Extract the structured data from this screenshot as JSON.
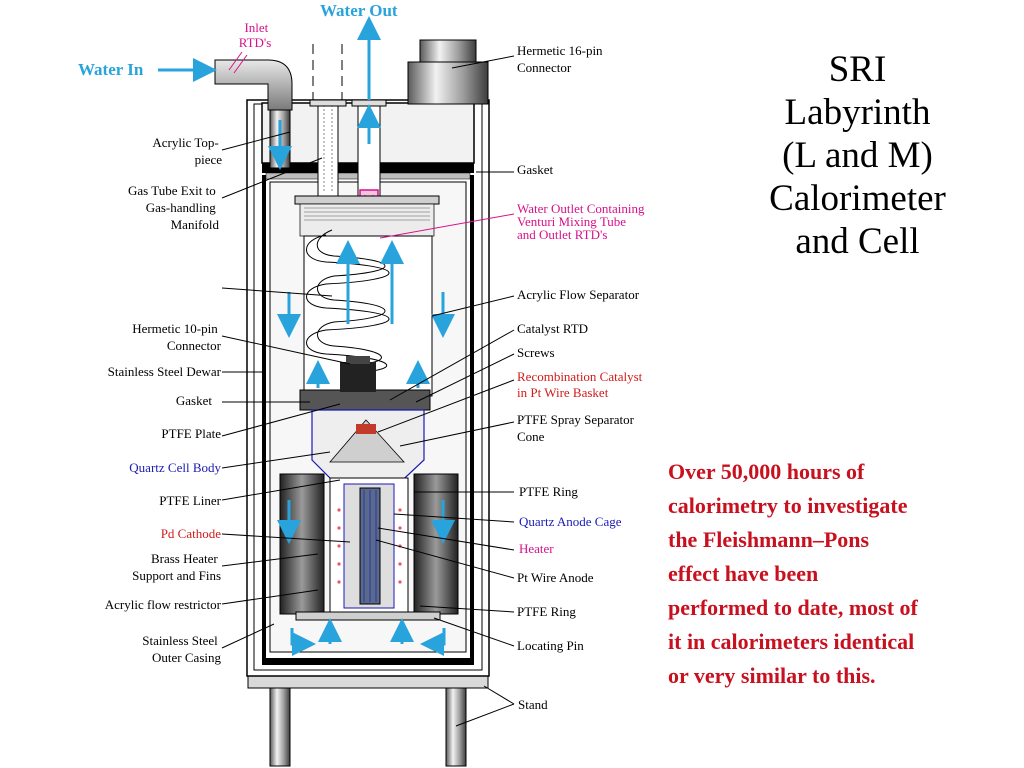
{
  "title": {
    "lines": [
      "SRI",
      "Labyrinth",
      "(L and M)",
      "Calorimeter",
      "and Cell"
    ]
  },
  "note": {
    "lines": [
      "Over 50,000 hours of",
      "calorimetry to investigate",
      "the Fleishmann–Pons",
      "effect have been",
      "performed to date, most of",
      "it in calorimeters identical",
      "or very similar to this."
    ]
  },
  "flow_labels": {
    "water_out": "Water Out",
    "water_in": "Water In"
  },
  "labels": {
    "inlet_rtds": [
      "Inlet",
      "RTD's"
    ],
    "acrylic_top_piece": [
      "Acrylic Top-",
      "piece"
    ],
    "gas_tube_exit": [
      "Gas Tube Exit to",
      "Gas-handling",
      "Manifold"
    ],
    "hermetic_10pin": [
      "Hermetic 10-pin",
      "Connector"
    ],
    "stainless_dewar": "Stainless Steel Dewar",
    "gasket_left": "Gasket",
    "ptfe_plate": "PTFE Plate",
    "quartz_cell_body": "Quartz Cell Body",
    "ptfe_liner": "PTFE Liner",
    "pd_cathode": "Pd Cathode",
    "brass_heater": [
      "Brass Heater",
      "Support and Fins"
    ],
    "acrylic_flow_restrictor": "Acrylic flow restrictor",
    "stainless_outer_casing": [
      "Stainless Steel",
      "Outer Casing"
    ],
    "hermetic_16pin": [
      "Hermetic 16-pin",
      "Connector"
    ],
    "gasket_right": "Gasket",
    "water_outlet": [
      "Water Outlet Containing",
      "Venturi Mixing Tube",
      "and Outlet RTD's"
    ],
    "acrylic_flow_separator": "Acrylic Flow Separator",
    "catalyst_rtd": "Catalyst RTD",
    "screws": "Screws",
    "recombination_catalyst": [
      "Recombination Catalyst",
      "in Pt Wire Basket"
    ],
    "ptfe_spray_separator": [
      "PTFE Spray Separator",
      "Cone"
    ],
    "ptfe_ring_upper": "PTFE Ring",
    "quartz_anode_cage": "Quartz Anode Cage",
    "heater": "Heater",
    "pt_wire_anode": "Pt Wire Anode",
    "ptfe_ring_lower": "PTFE Ring",
    "locating_pin": "Locating Pin",
    "stand": "Stand"
  },
  "colors": {
    "water_flow": "#29a3dc",
    "label_blue": "#1a1ab5",
    "label_red": "#d21a1a",
    "label_magenta": "#d8108a",
    "note_red": "#c8101e"
  }
}
